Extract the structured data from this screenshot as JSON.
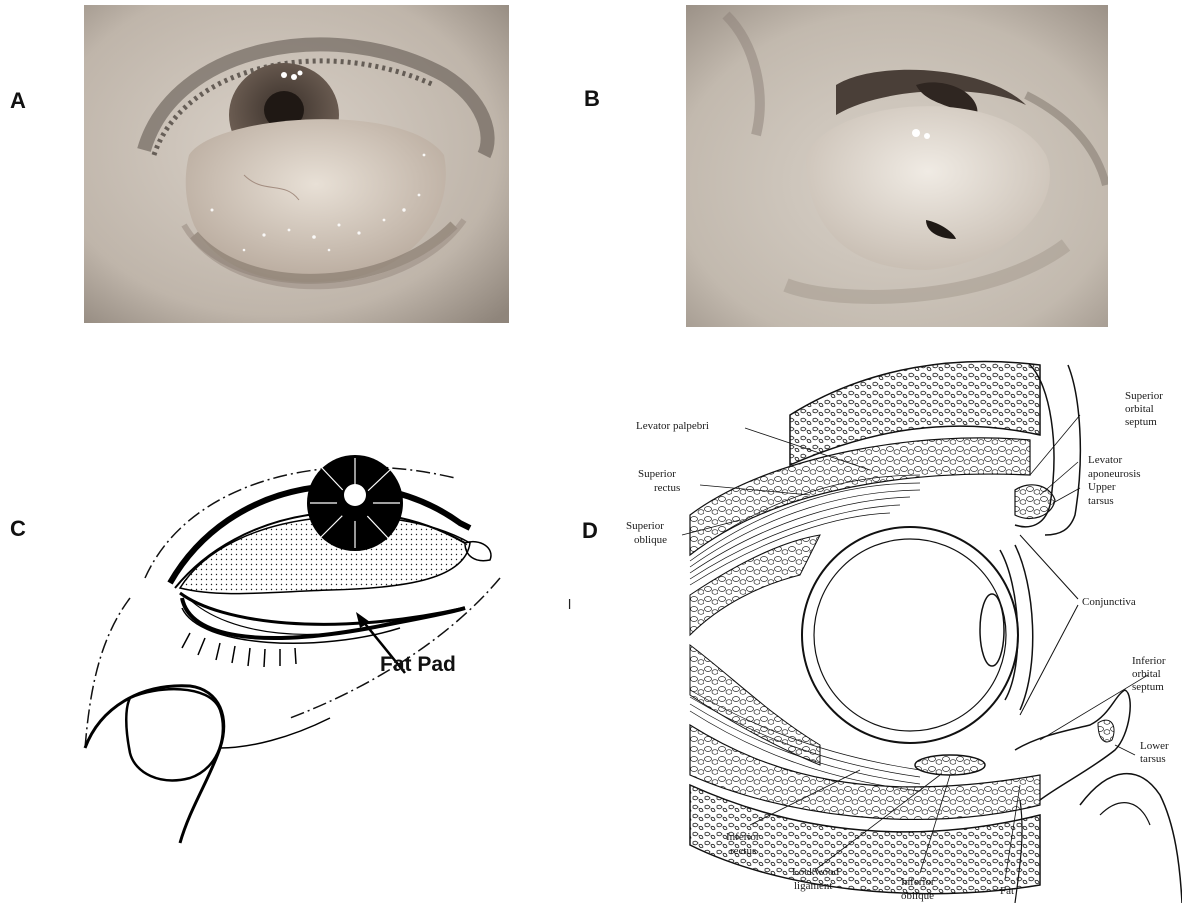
{
  "panels": {
    "a": {
      "letter": "A"
    },
    "b": {
      "letter": "B"
    },
    "c": {
      "letter": "C",
      "callout": "Fat Pad"
    },
    "d": {
      "letter": "D",
      "labels": {
        "levator_palpebri": "Levator palpebri",
        "superior_rectus_1": "Superior",
        "superior_rectus_2": "rectus",
        "superior_oblique_1": "Superior",
        "superior_oblique_2": "oblique",
        "superior_orbital_septum_1": "Superior",
        "superior_orbital_septum_2": "orbital",
        "superior_orbital_septum_3": "septum",
        "levator_aponeurosis_1": "Levator",
        "levator_aponeurosis_2": "aponeurosis",
        "upper_tarsus_1": "Upper",
        "upper_tarsus_2": "tarsus",
        "conjunctiva": "Conjunctiva",
        "inferior_orbital_septum_1": "Inferior",
        "inferior_orbital_septum_2": "orbital",
        "inferior_orbital_septum_3": "septum",
        "lower_tarsus_1": "Lower",
        "lower_tarsus_2": "tarsus",
        "inferior_rectus_1": "Inferior",
        "inferior_rectus_2": "rectus",
        "lockwood_1": "Lockwood",
        "lockwood_2": "ligament",
        "inferior_oblique_1": "Inferior",
        "inferior_oblique_2": "oblique",
        "fat": "Fat"
      }
    }
  },
  "stray_marks": {
    "l_mark": "l"
  }
}
